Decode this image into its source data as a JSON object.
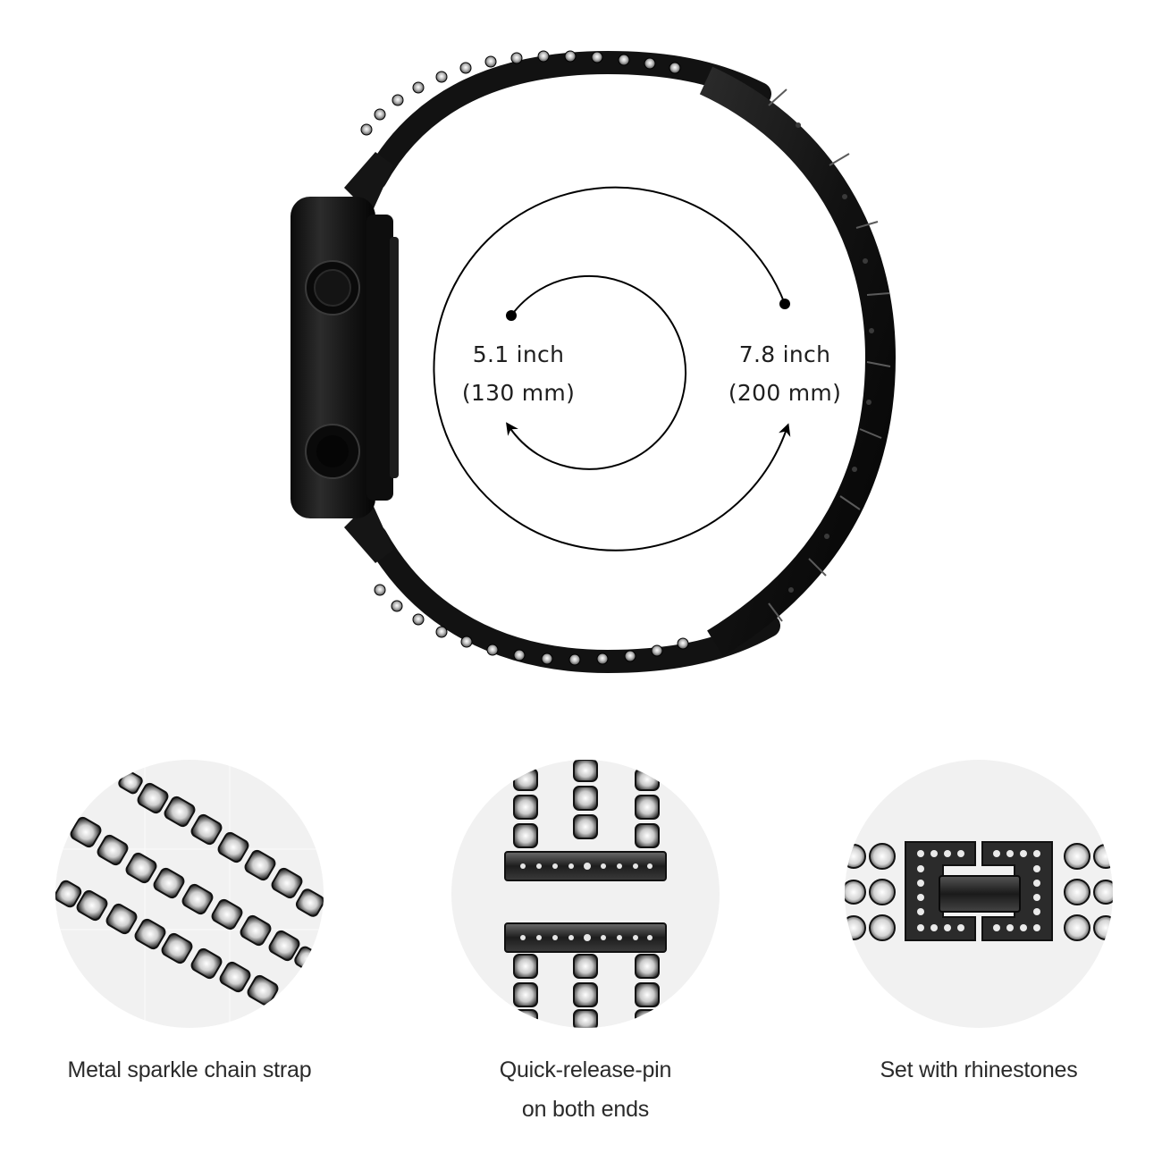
{
  "size_diagram": {
    "min_size": {
      "inches": "5.1 inch",
      "mm": "(130 mm)"
    },
    "max_size": {
      "inches": "7.8 inch",
      "mm": "(200 mm)"
    },
    "band_color": "#111111",
    "diagram_line_color": "#000000"
  },
  "features": [
    {
      "id": "chain",
      "caption_lines": [
        "Metal sparkle chain strap"
      ],
      "icon": "rhinestone-chain-icon"
    },
    {
      "id": "pin",
      "caption_lines": [
        "Quick-release-pin",
        "on both ends"
      ],
      "icon": "quick-release-pin-icon"
    },
    {
      "id": "clasp",
      "caption_lines": [
        "Set with rhinestones"
      ],
      "icon": "rhinestone-clasp-icon"
    }
  ],
  "colors": {
    "background": "#ffffff",
    "disc_background": "#f1f1f1",
    "text": "#2a2a2a",
    "metal_dark": "#141414",
    "metal_highlight": "#6a6a6a",
    "stone": "#e8e8e8"
  }
}
